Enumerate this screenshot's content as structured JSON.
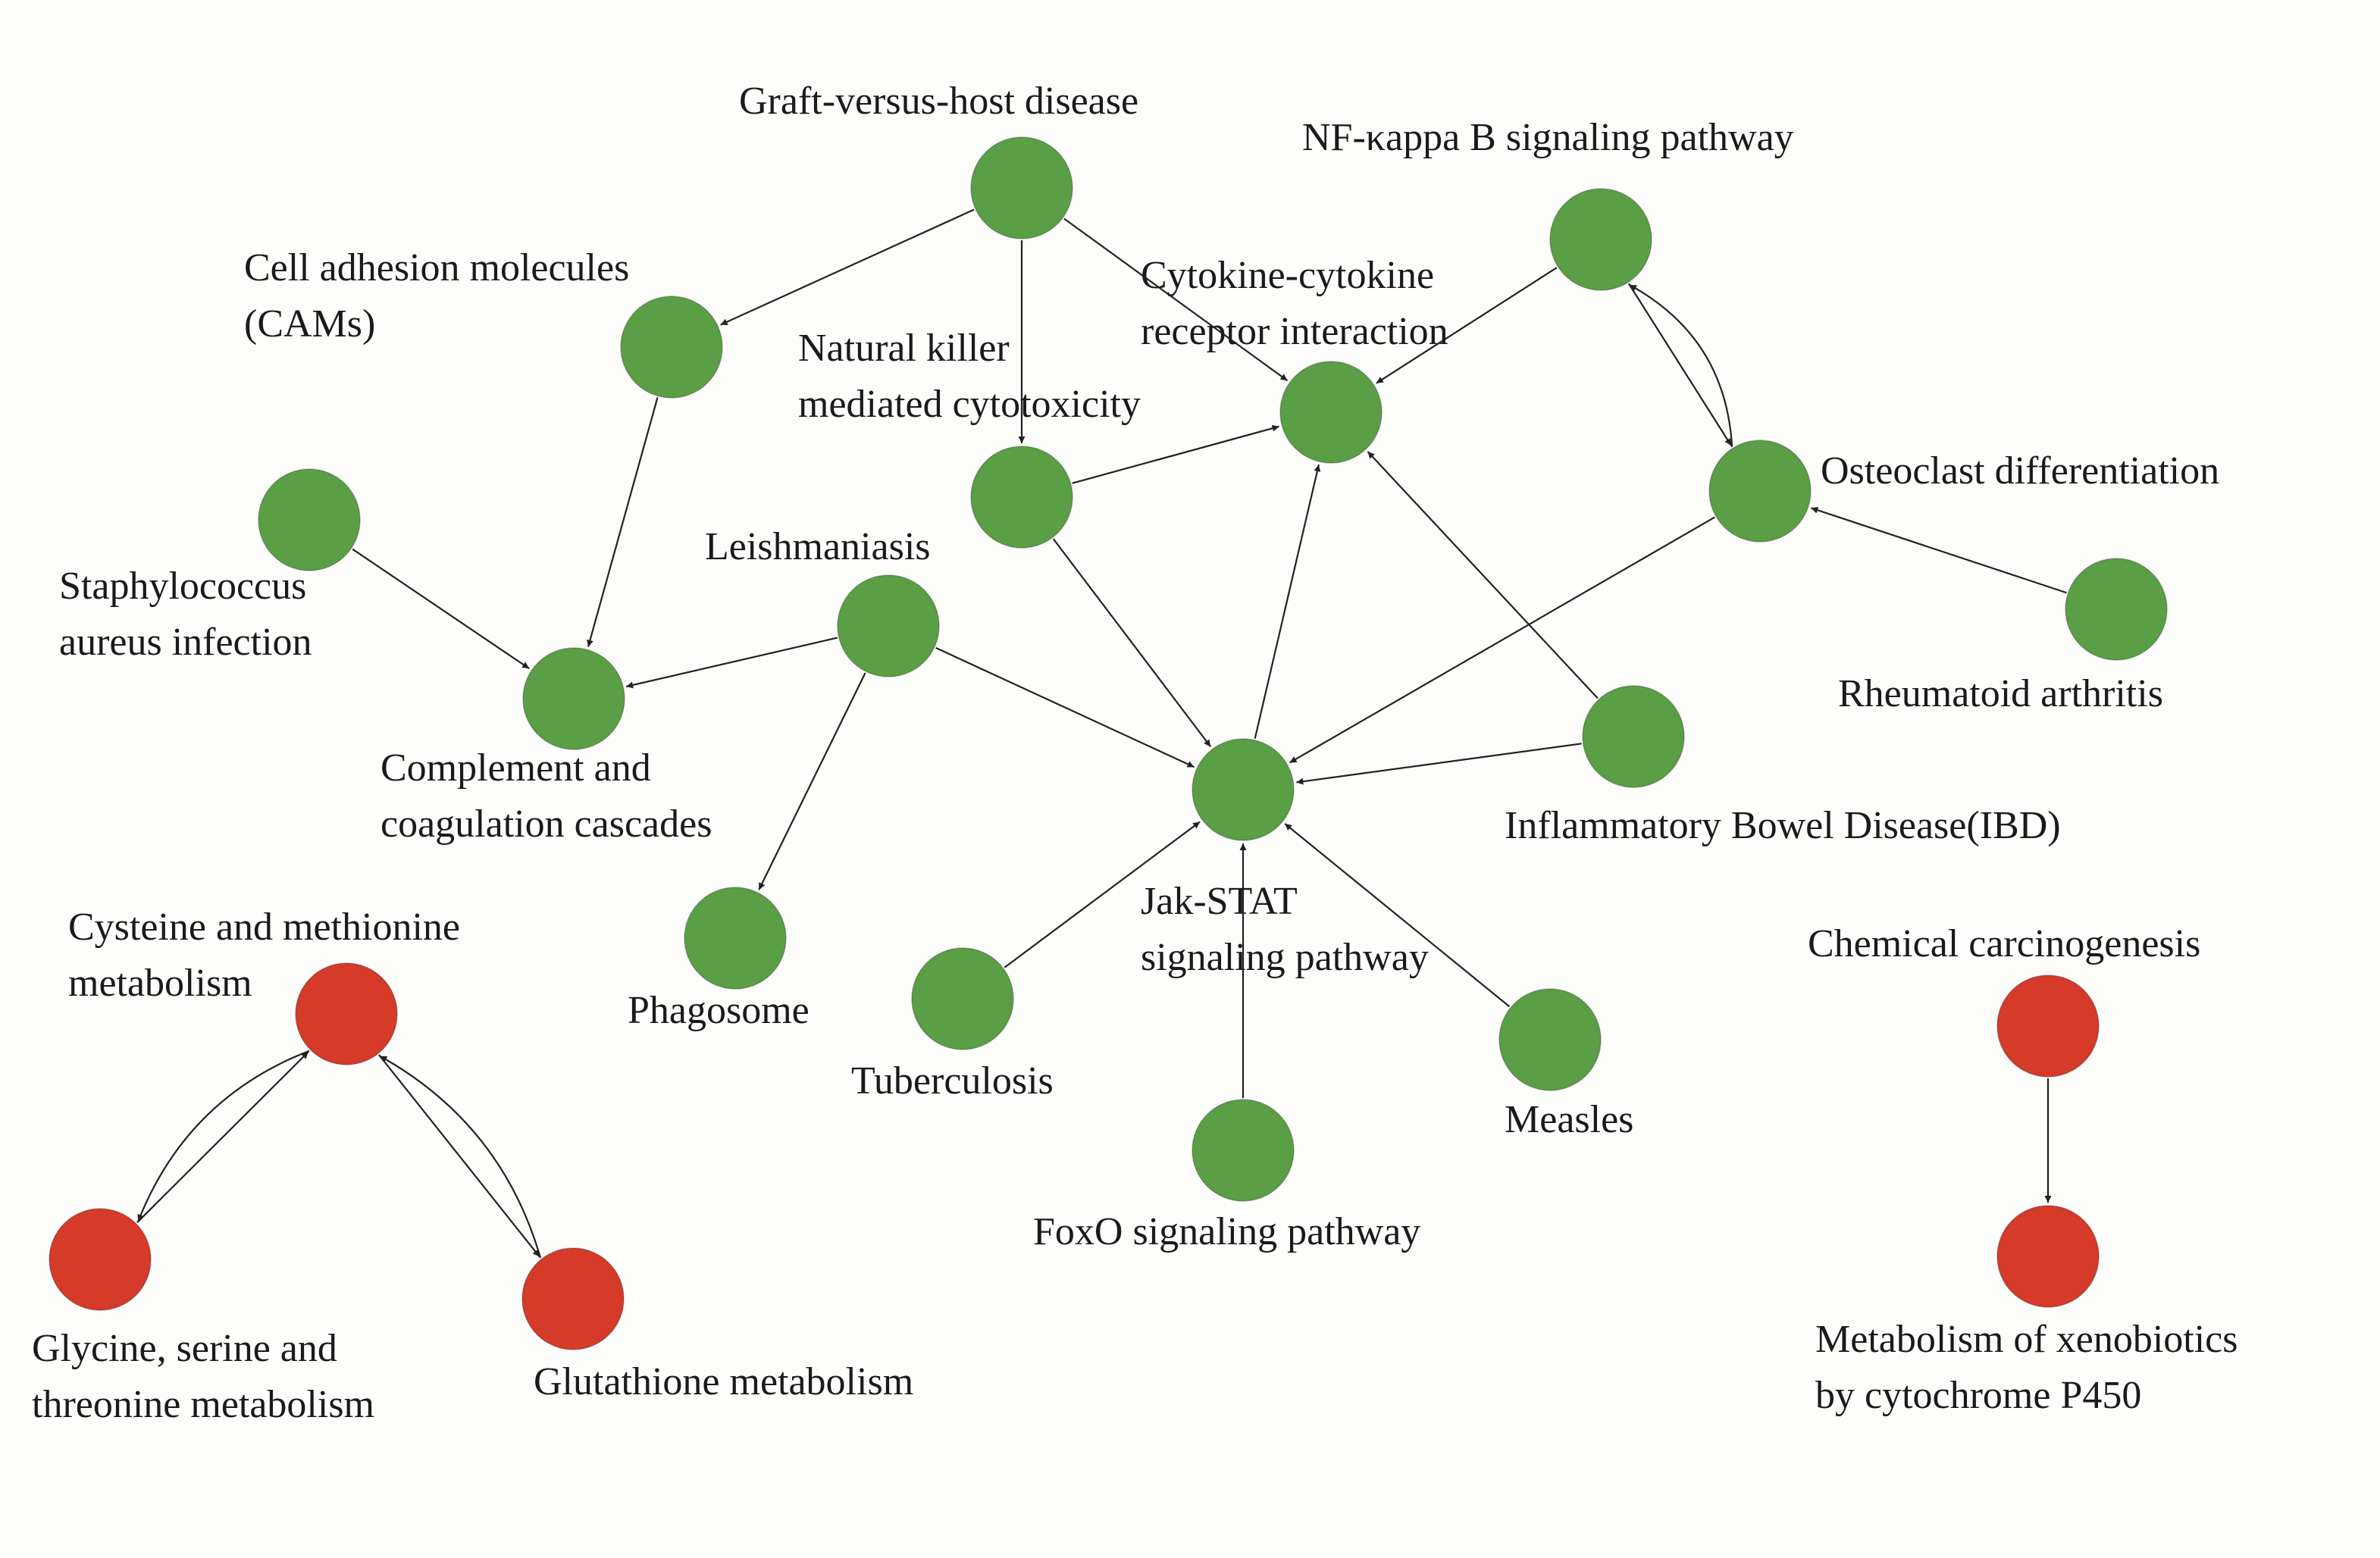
{
  "colors": {
    "enriched_up": "#5a9f45",
    "enriched_down": "#d63a28",
    "edge": "#222222",
    "background": "#fdfdfb"
  },
  "nodes": [
    {
      "id": "gvhd",
      "group": "green",
      "label_lines": [
        "Graft-versus-host disease"
      ]
    },
    {
      "id": "nfkb",
      "group": "green",
      "label_lines": [
        "NF-κappa B signaling pathway"
      ]
    },
    {
      "id": "cams",
      "group": "green",
      "label_lines": [
        "Cell adhesion molecules",
        "(CAMs)"
      ]
    },
    {
      "id": "cytokine",
      "group": "green",
      "label_lines": [
        "Cytokine-cytokine",
        "receptor interaction"
      ]
    },
    {
      "id": "nk",
      "group": "green",
      "label_lines": [
        "Natural killer",
        "mediated cytotoxicity"
      ]
    },
    {
      "id": "osteo",
      "group": "green",
      "label_lines": [
        "Osteoclast differentiation"
      ]
    },
    {
      "id": "staph",
      "group": "green",
      "label_lines": [
        "Staphylococcus",
        "aureus infection"
      ]
    },
    {
      "id": "leish",
      "group": "green",
      "label_lines": [
        "Leishmaniasis"
      ]
    },
    {
      "id": "ra",
      "group": "green",
      "label_lines": [
        "Rheumatoid arthritis"
      ]
    },
    {
      "id": "complement",
      "group": "green",
      "label_lines": [
        "Complement and",
        "coagulation cascades"
      ]
    },
    {
      "id": "ibd",
      "group": "green",
      "label_lines": [
        "Inflammatory Bowel Disease(IBD)"
      ]
    },
    {
      "id": "jakstat",
      "group": "green",
      "label_lines": [
        "Jak-STAT",
        "signaling pathway"
      ]
    },
    {
      "id": "phago",
      "group": "green",
      "label_lines": [
        "Phagosome"
      ]
    },
    {
      "id": "tb",
      "group": "green",
      "label_lines": [
        "Tuberculosis"
      ]
    },
    {
      "id": "measles",
      "group": "green",
      "label_lines": [
        "Measles"
      ]
    },
    {
      "id": "foxo",
      "group": "green",
      "label_lines": [
        "FoxO signaling pathway"
      ]
    },
    {
      "id": "cysmet",
      "group": "red",
      "label_lines": [
        "Cysteine and methionine",
        "metabolism"
      ]
    },
    {
      "id": "gly",
      "group": "red",
      "label_lines": [
        "Glycine, serine and",
        "threonine metabolism"
      ]
    },
    {
      "id": "glut",
      "group": "red",
      "label_lines": [
        "Glutathione metabolism"
      ]
    },
    {
      "id": "chemcarc",
      "group": "red",
      "label_lines": [
        "Chemical carcinogenesis"
      ]
    },
    {
      "id": "xeno",
      "group": "red",
      "label_lines": [
        "Metabolism of xenobiotics",
        "by cytochrome P450"
      ]
    }
  ],
  "edges": [
    {
      "from": "gvhd",
      "to": "cams"
    },
    {
      "from": "gvhd",
      "to": "nk"
    },
    {
      "from": "gvhd",
      "to": "cytokine"
    },
    {
      "from": "cams",
      "to": "complement"
    },
    {
      "from": "staph",
      "to": "complement"
    },
    {
      "from": "leish",
      "to": "complement"
    },
    {
      "from": "leish",
      "to": "phago"
    },
    {
      "from": "leish",
      "to": "jakstat"
    },
    {
      "from": "nk",
      "to": "cytokine"
    },
    {
      "from": "nk",
      "to": "jakstat"
    },
    {
      "from": "jakstat",
      "to": "cytokine"
    },
    {
      "from": "nfkb",
      "to": "cytokine"
    },
    {
      "from": "nfkb",
      "to": "osteo"
    },
    {
      "from": "osteo",
      "to": "nfkb",
      "curved": true
    },
    {
      "from": "osteo",
      "to": "jakstat"
    },
    {
      "from": "ra",
      "to": "osteo"
    },
    {
      "from": "ibd",
      "to": "cytokine"
    },
    {
      "from": "ibd",
      "to": "jakstat"
    },
    {
      "from": "tb",
      "to": "jakstat"
    },
    {
      "from": "foxo",
      "to": "jakstat"
    },
    {
      "from": "measles",
      "to": "jakstat"
    },
    {
      "from": "gly",
      "to": "cysmet"
    },
    {
      "from": "cysmet",
      "to": "gly",
      "curved": true
    },
    {
      "from": "cysmet",
      "to": "glut"
    },
    {
      "from": "glut",
      "to": "cysmet",
      "curved": true
    },
    {
      "from": "chemcarc",
      "to": "xeno"
    }
  ]
}
